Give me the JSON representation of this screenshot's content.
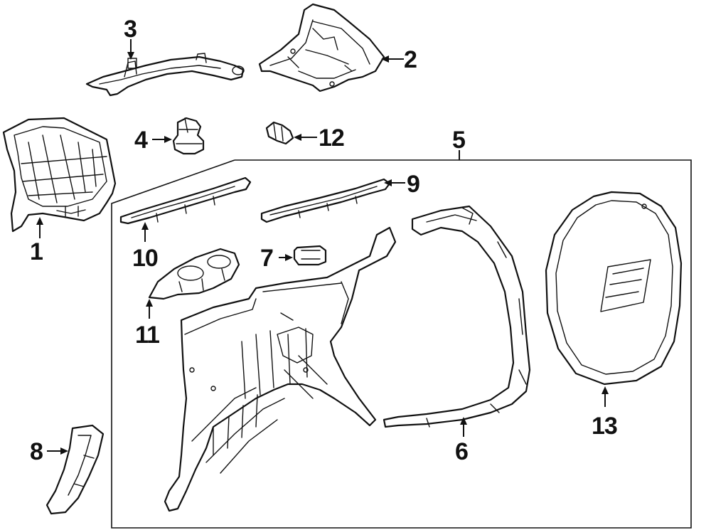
{
  "diagram": {
    "callouts": [
      {
        "id": "1",
        "label": "1"
      },
      {
        "id": "2",
        "label": "2"
      },
      {
        "id": "3",
        "label": "3"
      },
      {
        "id": "4",
        "label": "4"
      },
      {
        "id": "5",
        "label": "5"
      },
      {
        "id": "6",
        "label": "6"
      },
      {
        "id": "7",
        "label": "7"
      },
      {
        "id": "8",
        "label": "8"
      },
      {
        "id": "9",
        "label": "9"
      },
      {
        "id": "10",
        "label": "10"
      },
      {
        "id": "11",
        "label": "11"
      },
      {
        "id": "12",
        "label": "12"
      },
      {
        "id": "13",
        "label": "13"
      }
    ]
  }
}
